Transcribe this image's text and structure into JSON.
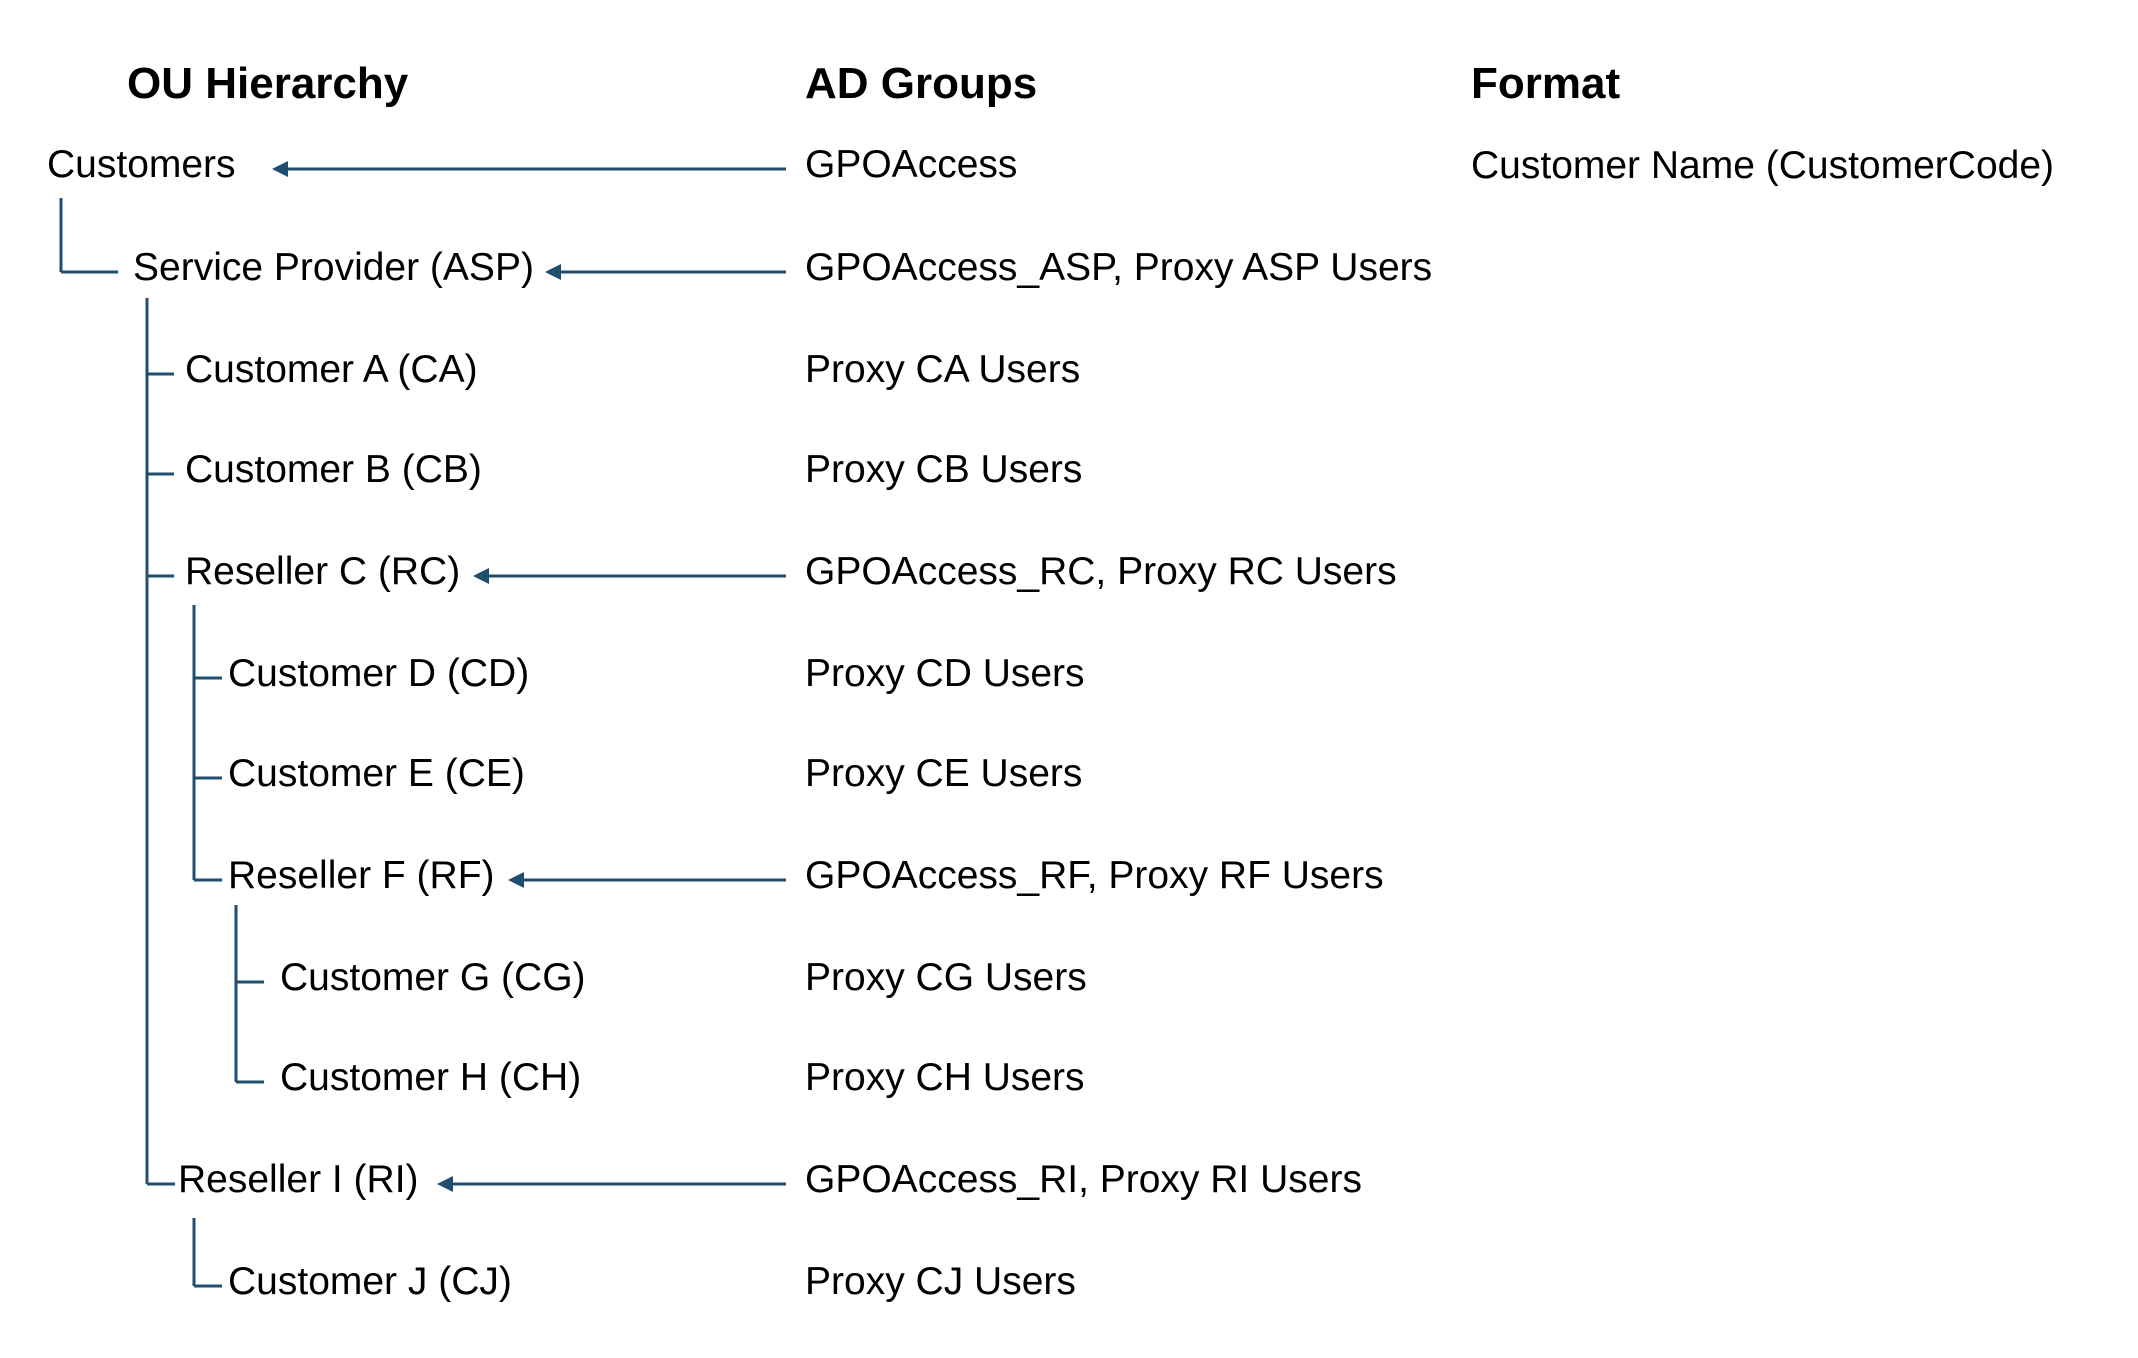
{
  "headers": {
    "ou": "OU Hierarchy",
    "groups": "AD Groups",
    "format": "Format"
  },
  "format_text": "Customer Name (CustomerCode)",
  "colors": {
    "connector": "#1f4e6f",
    "text": "#000000"
  },
  "rows": [
    {
      "ou": "Customers",
      "groups": "GPOAccess",
      "arrow": true
    },
    {
      "ou": "Service Provider (ASP)",
      "groups": "GPOAccess_ASP, Proxy ASP Users",
      "arrow": true
    },
    {
      "ou": "Customer A (CA)",
      "groups": "Proxy CA Users",
      "arrow": false
    },
    {
      "ou": "Customer B (CB)",
      "groups": "Proxy CB Users",
      "arrow": false
    },
    {
      "ou": "Reseller C (RC)",
      "groups": "GPOAccess_RC, Proxy RC Users",
      "arrow": true
    },
    {
      "ou": "Customer D (CD)",
      "groups": "Proxy CD Users",
      "arrow": false
    },
    {
      "ou": "Customer E (CE)",
      "groups": "Proxy CE Users",
      "arrow": false
    },
    {
      "ou": "Reseller F (RF)",
      "groups": "GPOAccess_RF, Proxy RF Users",
      "arrow": true
    },
    {
      "ou": "Customer G (CG)",
      "groups": "Proxy CG Users",
      "arrow": false
    },
    {
      "ou": "Customer H (CH)",
      "groups": "Proxy CH Users",
      "arrow": false
    },
    {
      "ou": "Reseller I (RI)",
      "groups": "GPOAccess_RI, Proxy RI Users",
      "arrow": true
    },
    {
      "ou": "Customer J (CJ)",
      "groups": "Proxy CJ Users",
      "arrow": false
    }
  ]
}
